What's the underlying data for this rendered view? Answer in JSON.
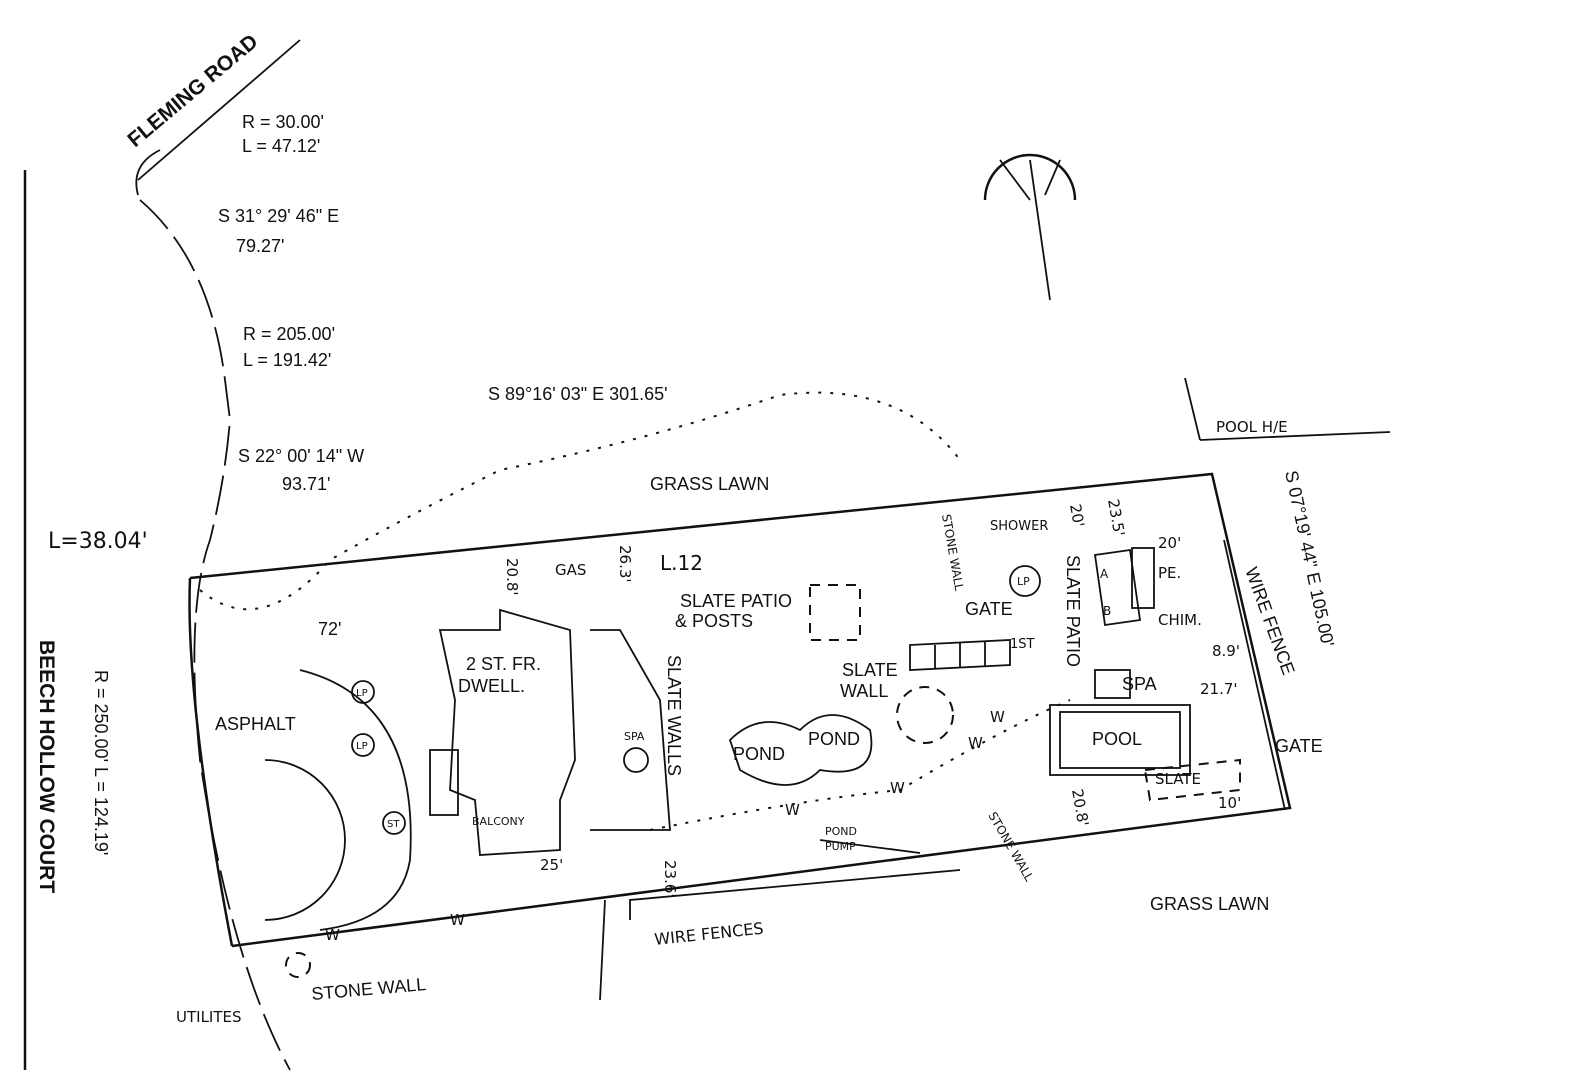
{
  "roads": {
    "fleming": "FLEMING ROAD",
    "beech": "BEECH HOLLOW COURT"
  },
  "bearings": {
    "curve1_r": "R = 30.00'",
    "curve1_l": "L = 47.12'",
    "line1_bearing": "S 31° 29' 46\" E",
    "line1_dist": "79.27'",
    "curve2_r": "R = 205.00'",
    "curve2_l": "L = 191.42'",
    "line2_bearing": "S 22° 00' 14\" W",
    "line2_dist": "93.71'",
    "curve3_l": "L=38.04'",
    "north_line": "S 89°16' 03\" E   301.65'",
    "east_line": "S 07°19' 44\" E   105.00'",
    "west_curve": "R = 250.00'  L = 124.19'"
  },
  "labels": {
    "grass_lawn_n": "GRASS LAWN",
    "grass_lawn_s": "GRASS LAWN",
    "gas": "GAS",
    "dim_208": "20.8'",
    "dim_263": "26.3'",
    "l12": "L.12",
    "slate_patio_posts_1": "SLATE PATIO",
    "slate_patio_posts_2": "& POSTS",
    "dim_72": "72'",
    "dwelling_1": "2 ST. FR.",
    "dwelling_2": "DWELL.",
    "asphalt": "ASPHALT",
    "lp1": "LP",
    "lp2": "LP",
    "lp3": "LP",
    "st": "ST",
    "balcony": "BALCONY",
    "spa1": "SPA",
    "slate_walls": "SLATE WALLS",
    "pond1": "POND",
    "pond2": "POND",
    "slate_wall": "SLATE",
    "slate_wall2": "WALL",
    "stone_wall_n": "STONE WALL",
    "gate1": "GATE",
    "shower": "SHOWER",
    "dim_20a": "20'",
    "dim_235": "23.5'",
    "dim_20b": "20'",
    "pe": "PE.",
    "slate_patio_v": "SLATE PATIO",
    "a": "A",
    "b": "B",
    "chim": "CHIM.",
    "pool_house": "POOL H/E",
    "wire_fence": "WIRE FENCE",
    "dim_89": "8.9'",
    "spa2": "SPA",
    "dim_217": "21.7'",
    "pool": "POOL",
    "gate2": "GATE",
    "slate": "SLATE",
    "dim_10": "10'",
    "dim_208b": "20.8'",
    "stone_wall_e": "STONE WALL",
    "pond_pump_1": "POND",
    "pond_pump_2": "PUMP",
    "dim_25": "25'",
    "dim_236": "23.6'",
    "wire_fences": "WIRE FENCES",
    "stone_wall_s": "STONE WALL",
    "utilities": "UTILITES",
    "w1": "W",
    "w2": "W",
    "w3": "W",
    "w4": "W",
    "w5": "W",
    "w6": "W",
    "step": "1ST"
  }
}
